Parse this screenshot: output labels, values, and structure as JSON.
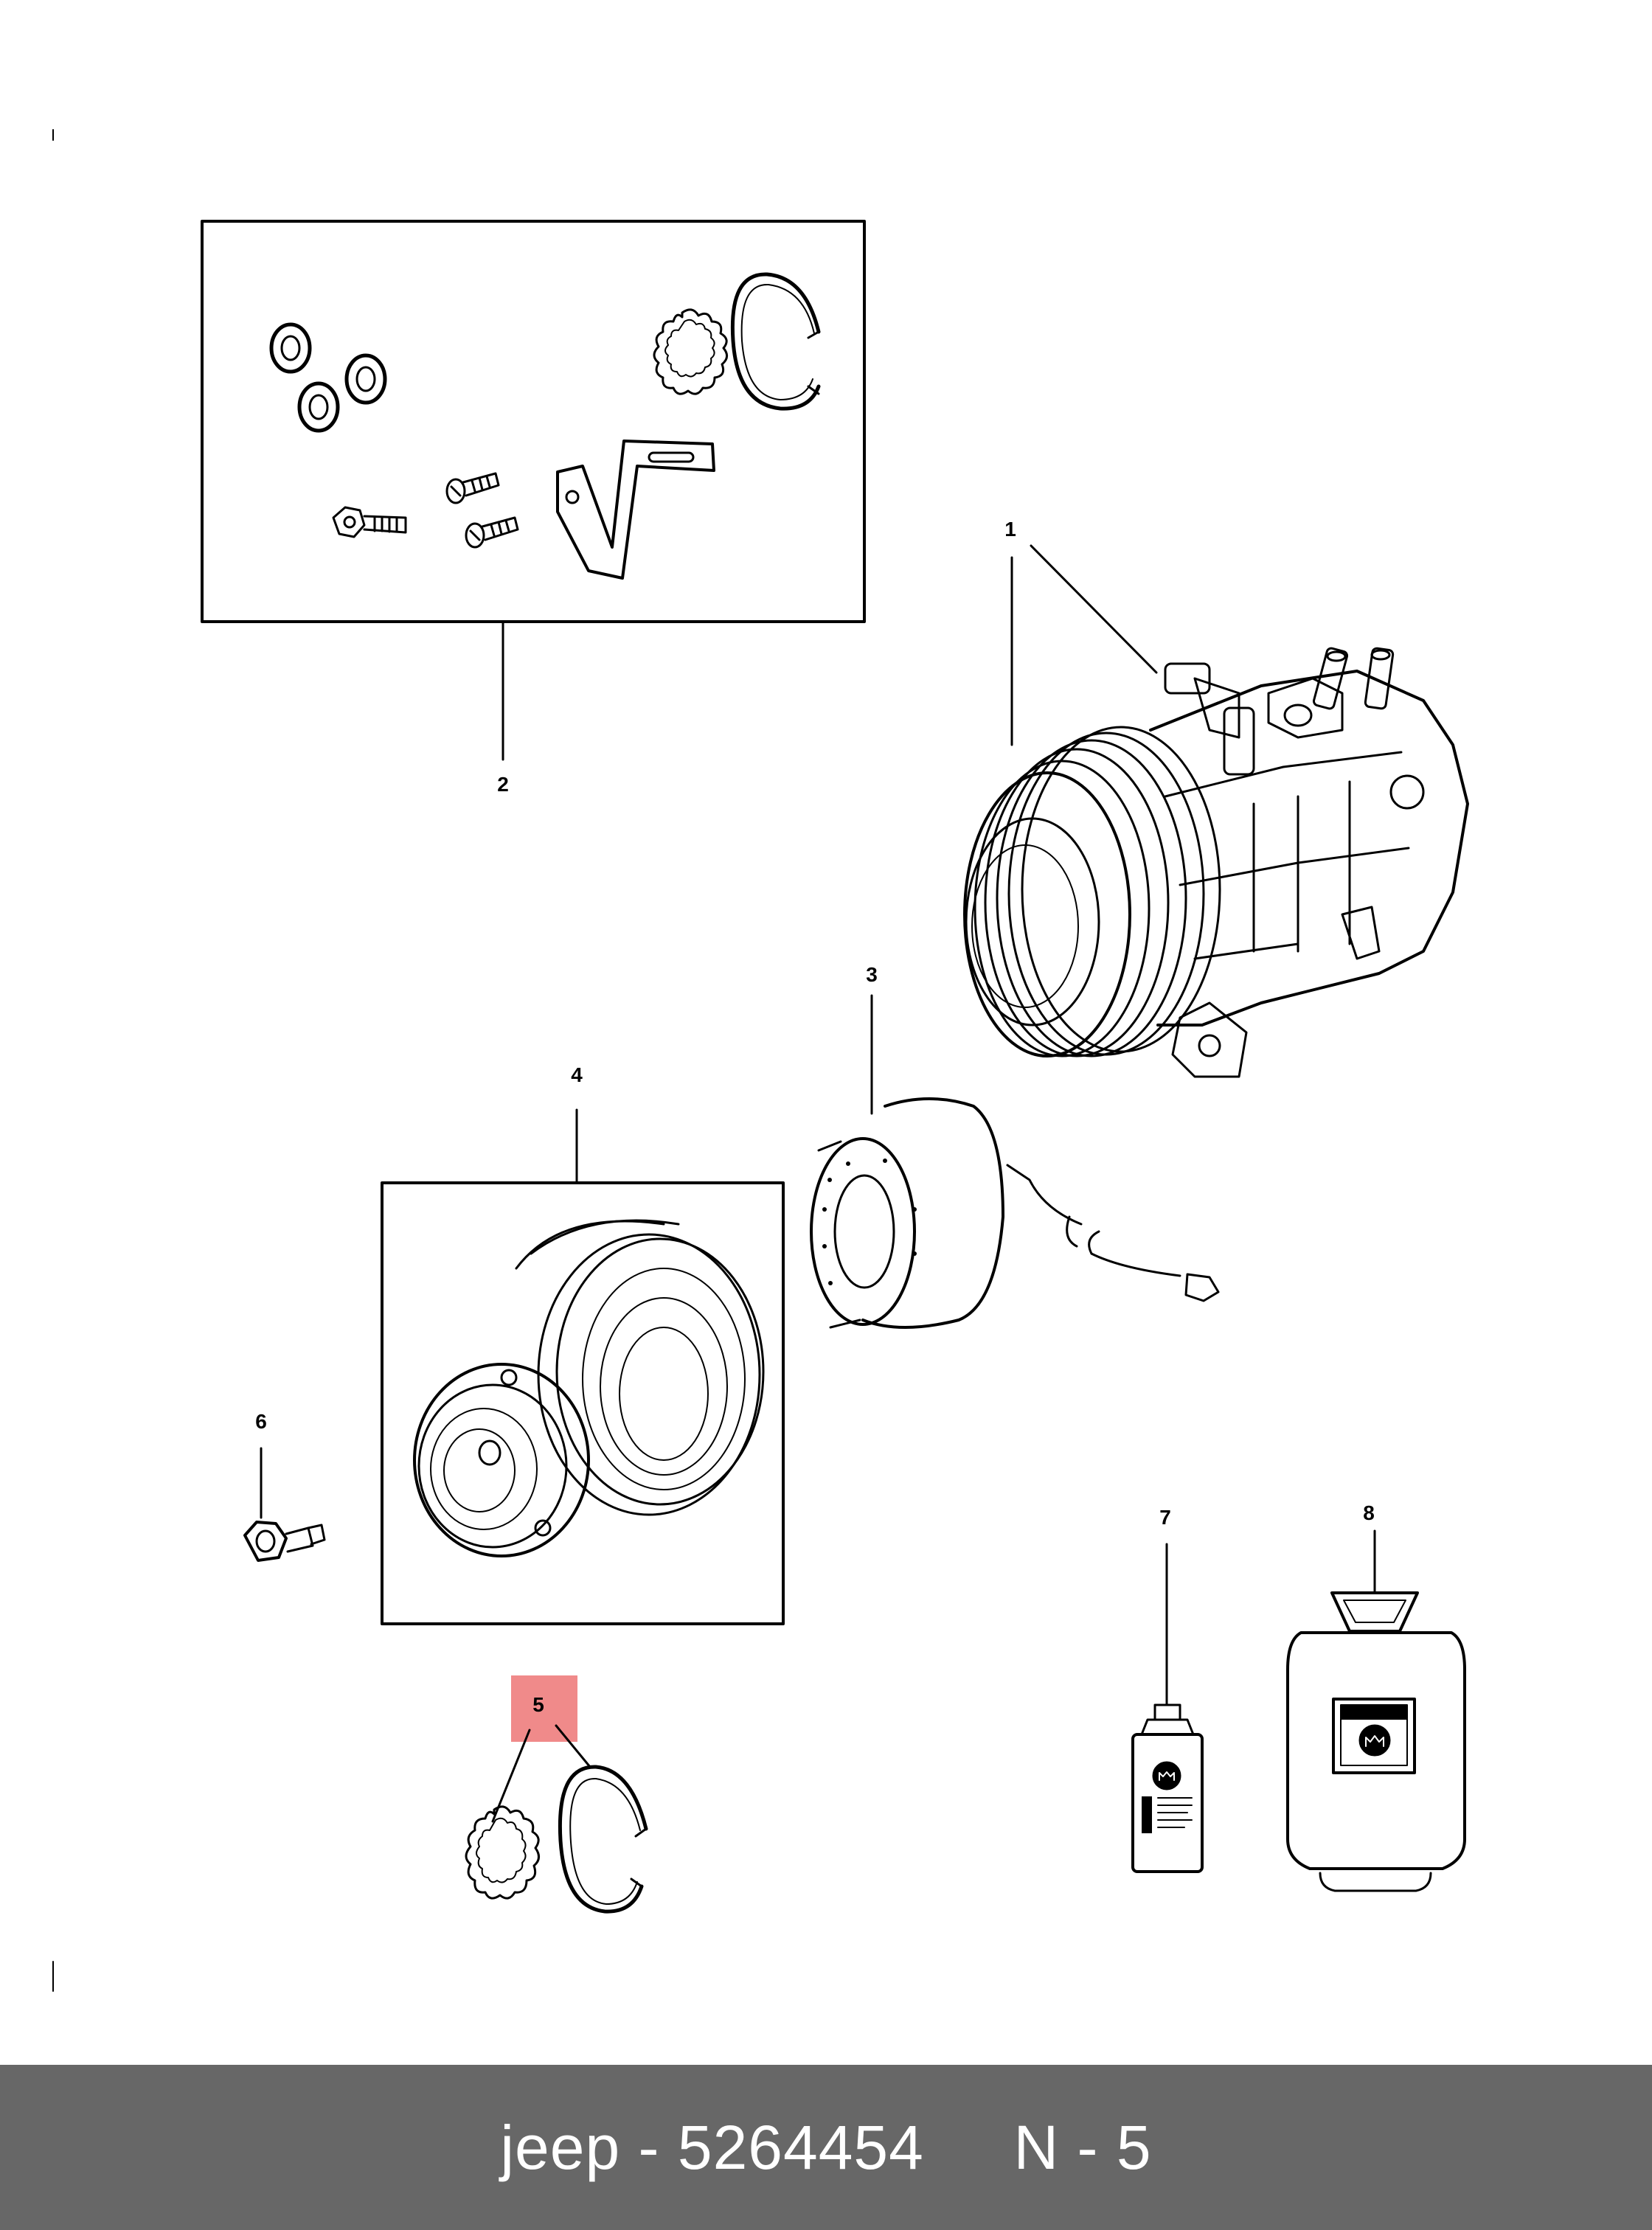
{
  "callouts": {
    "c1": "1",
    "c2": "2",
    "c3": "3",
    "c4": "4",
    "c5": "5",
    "c6": "6",
    "c7": "7",
    "c8": "8"
  },
  "highlight_color": "#f08a8a",
  "footer": {
    "text": "jeep - 5264454     N - 5",
    "background": "#676767"
  }
}
